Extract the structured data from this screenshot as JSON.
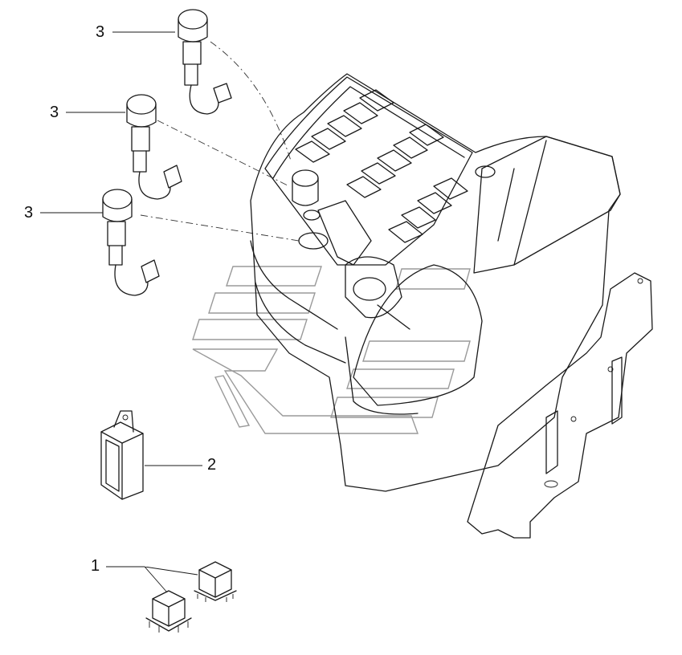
{
  "callouts": [
    {
      "id": "3a",
      "label": "3"
    },
    {
      "id": "3b",
      "label": "3"
    },
    {
      "id": "3c",
      "label": "3"
    },
    {
      "id": "2",
      "label": "2"
    },
    {
      "id": "1",
      "label": "1"
    }
  ],
  "colors": {
    "line": "#1a1a1a",
    "watermark": "#9a9a9a",
    "background": "#ffffff"
  }
}
